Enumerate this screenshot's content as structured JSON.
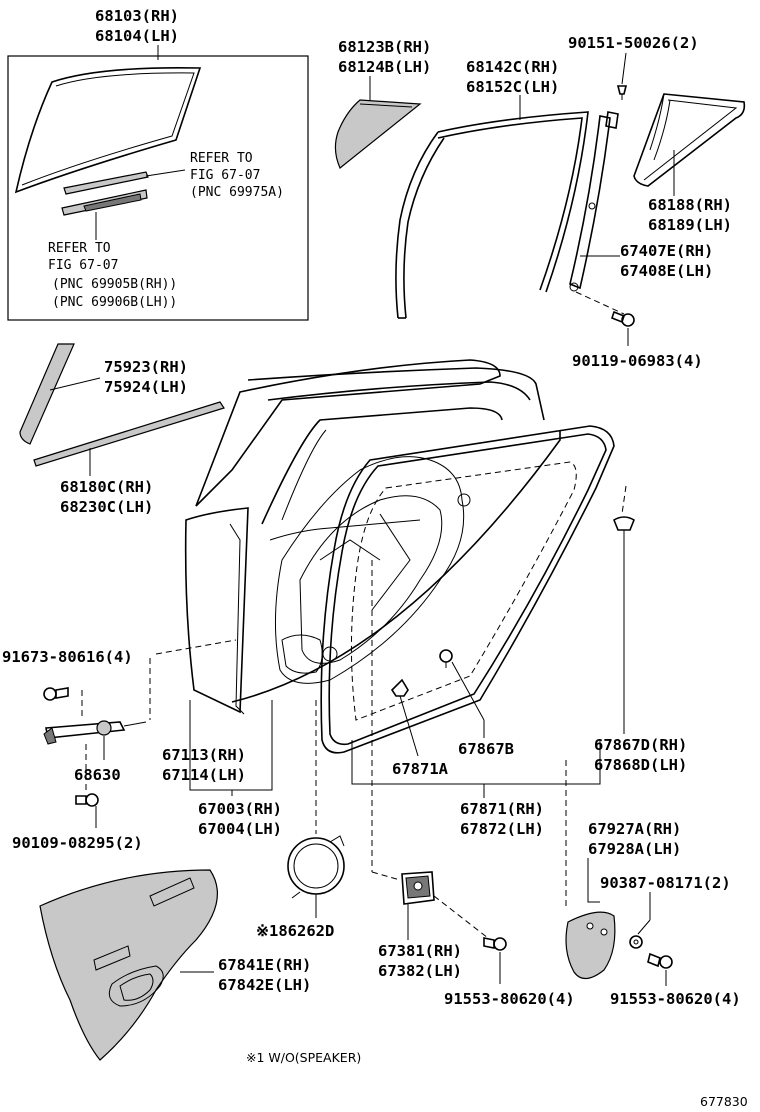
{
  "labels": {
    "glass_rh": "68103(RH)",
    "glass_lh": "68104(LH)",
    "refer1_a": "REFER TO",
    "refer1_b": "FIG 67-07",
    "refer1_c": "(PNC 69975A)",
    "refer2_a": "REFER TO",
    "refer2_b": "FIG 67-07",
    "refer2_c": "(PNC 69905B(RH))",
    "refer2_d": "(PNC 69906B(LH))",
    "qglass_rh": "68123B(RH)",
    "qglass_lh": "68124B(LH)",
    "run_rh": "68142C(RH)",
    "run_lh": "68152C(LH)",
    "screw_top": "90151-50026(2)",
    "frame_rh": "68188(RH)",
    "frame_lh": "68189(LH)",
    "div_rh": "67407E(RH)",
    "div_lh": "67408E(LH)",
    "bolt_div": "90119-06983(4)",
    "tape_rh": "75923(RH)",
    "tape_lh": "75924(LH)",
    "belt_rh": "68180C(RH)",
    "belt_lh": "68230C(LH)",
    "bolt_check": "91673-80616(4)",
    "check": "68630",
    "bolt_check2": "90109-08295(2)",
    "hinge_rh": "67113(RH)",
    "hinge_lh": "67114(LH)",
    "door_rh": "67003(RH)",
    "door_lh": "67004(LH)",
    "clip_b": "67867B",
    "clip_a": "67871A",
    "clip_d_rh": "67867D(RH)",
    "clip_d_lh": "67868D(LH)",
    "wstrip_rh": "67871(RH)",
    "wstrip_lh": "67872(LH)",
    "cover_rh": "67927A(RH)",
    "cover_lh": "67928A(LH)",
    "clip_cover": "90387-08171(2)",
    "speaker": "※186262D",
    "stopper_rh": "67381(RH)",
    "stopper_lh": "67382(LH)",
    "bolt_stop": "91553-80620(4)",
    "bolt_cover": "91553-80620(4)",
    "trim_rh": "67841E(RH)",
    "trim_lh": "67842E(LH)",
    "footnote": "※1 W/O(SPEAKER)",
    "diagram_no": "677830"
  },
  "colors": {
    "line": "#000000",
    "part_fill": "#c8c8c8",
    "background": "#ffffff"
  }
}
